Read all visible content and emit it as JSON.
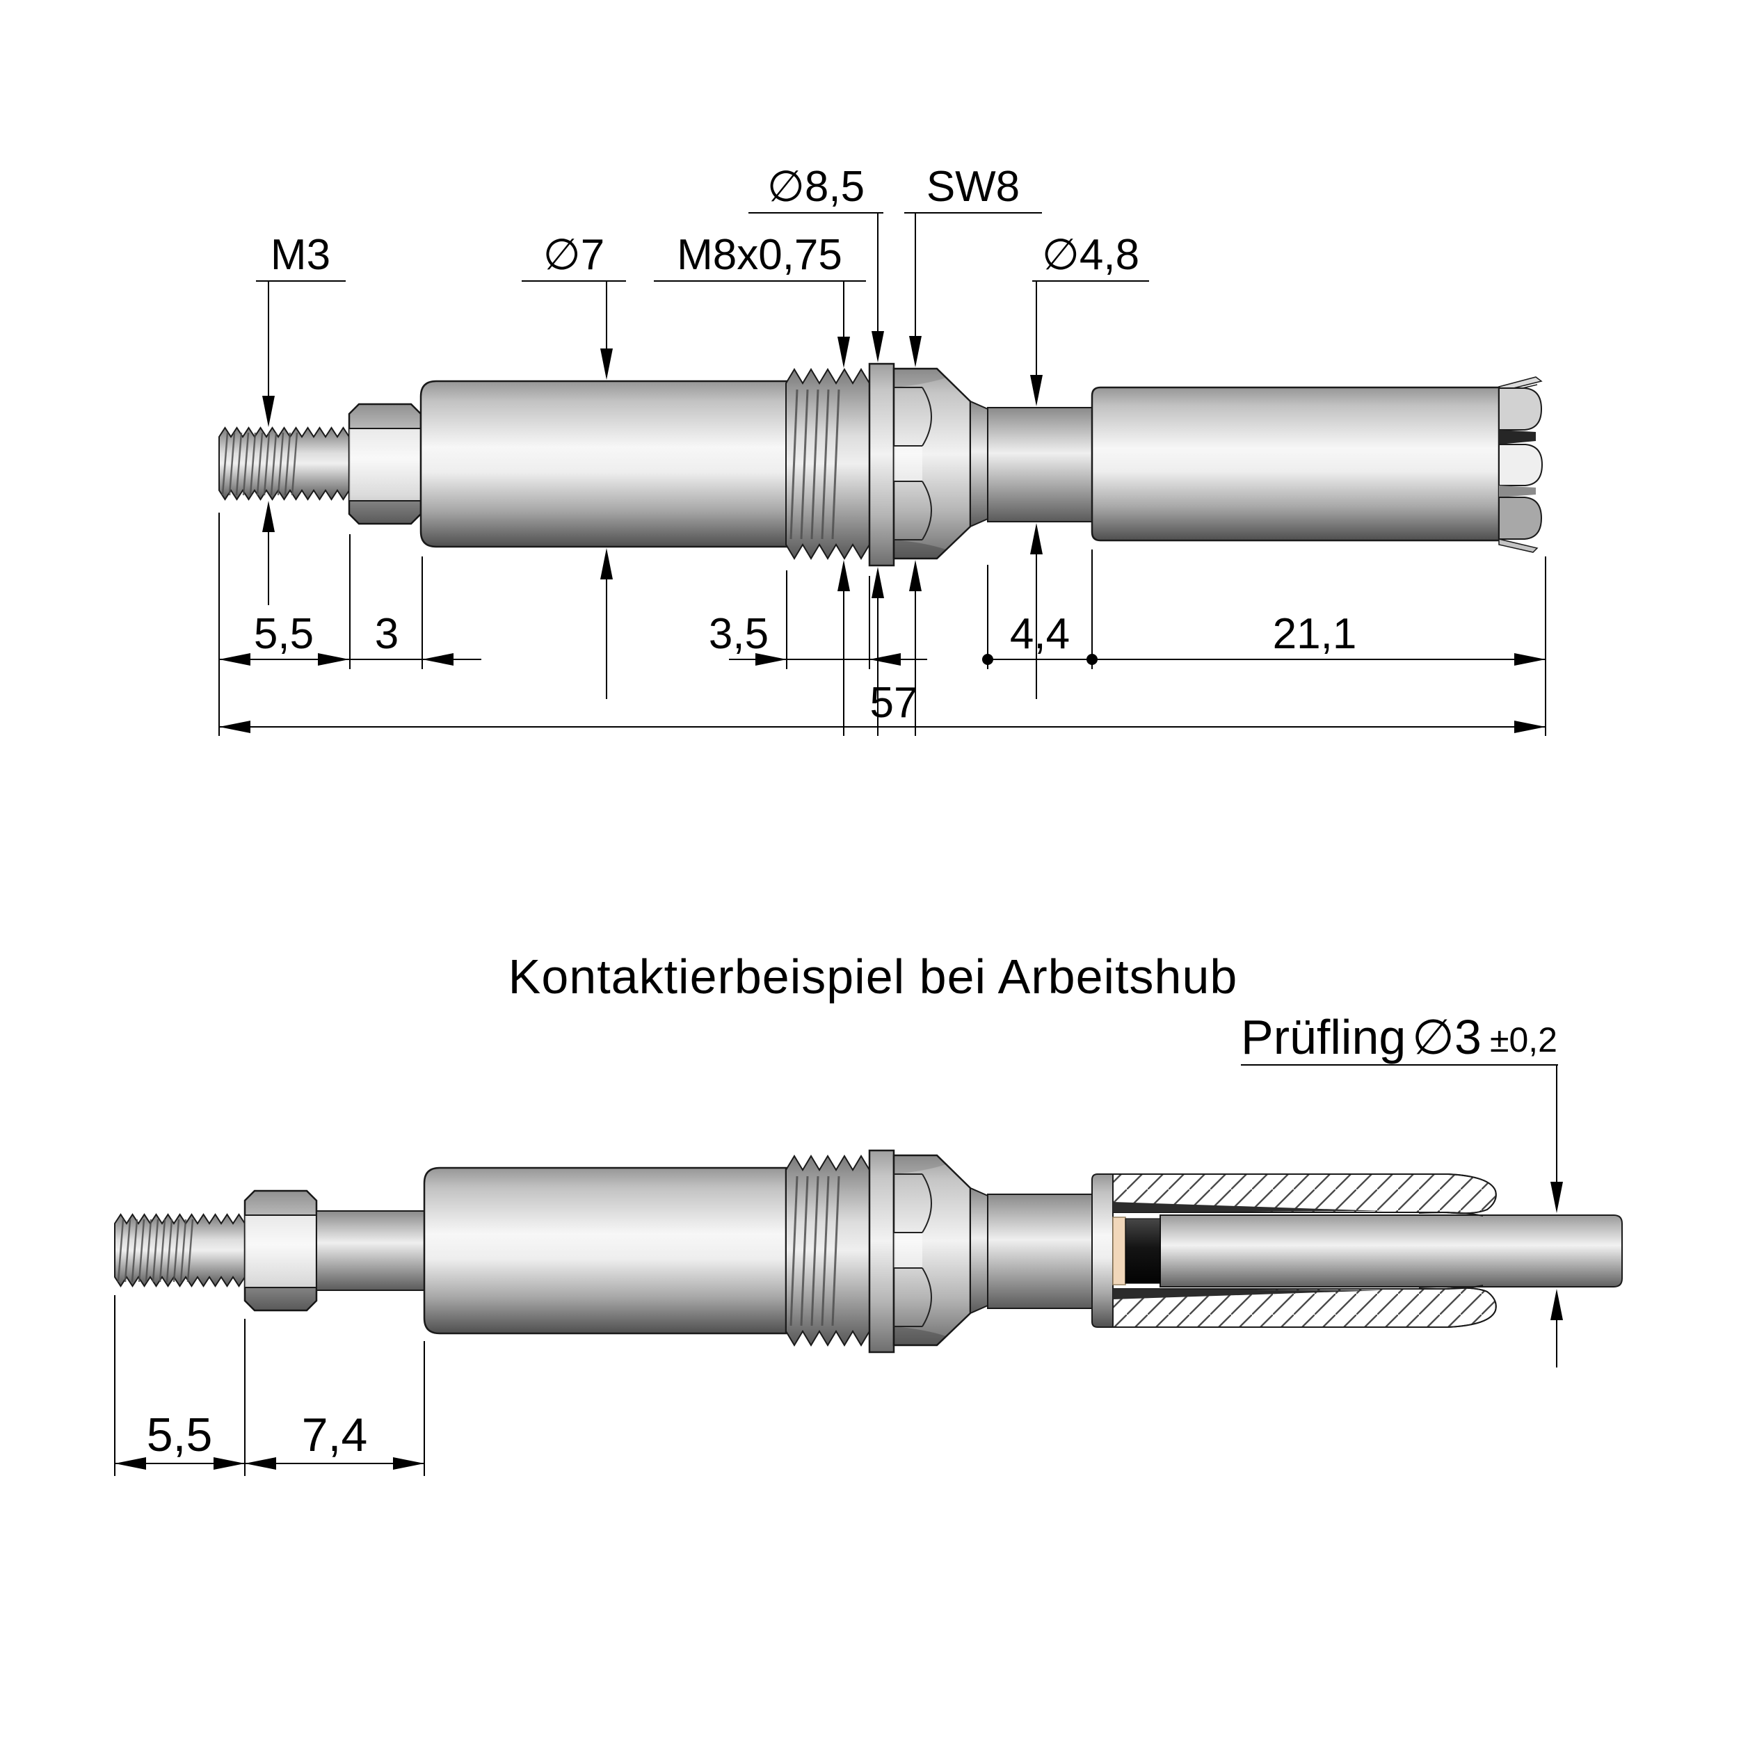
{
  "drawing": {
    "title": "Kontaktierbeispiel bei Arbeitshub",
    "top_view": {
      "callouts": {
        "m3": "M3",
        "d7": "∅7",
        "m8": "M8x0,75",
        "d85": "∅8,5",
        "sw8": "SW8",
        "d48": "∅4,8"
      },
      "dimensions": {
        "thread_length": "5,5",
        "nut_length": "3",
        "m8_thread_length": "3,5",
        "shaft_length": "4,4",
        "barrel_length": "21,1",
        "total_length": "57"
      }
    },
    "bottom_view": {
      "specimen_label": "Prüfling",
      "specimen_diameter": "∅3",
      "specimen_tolerance": "±0,2",
      "dimensions": {
        "thread_length": "5,5",
        "extended_length": "7,4"
      }
    }
  }
}
